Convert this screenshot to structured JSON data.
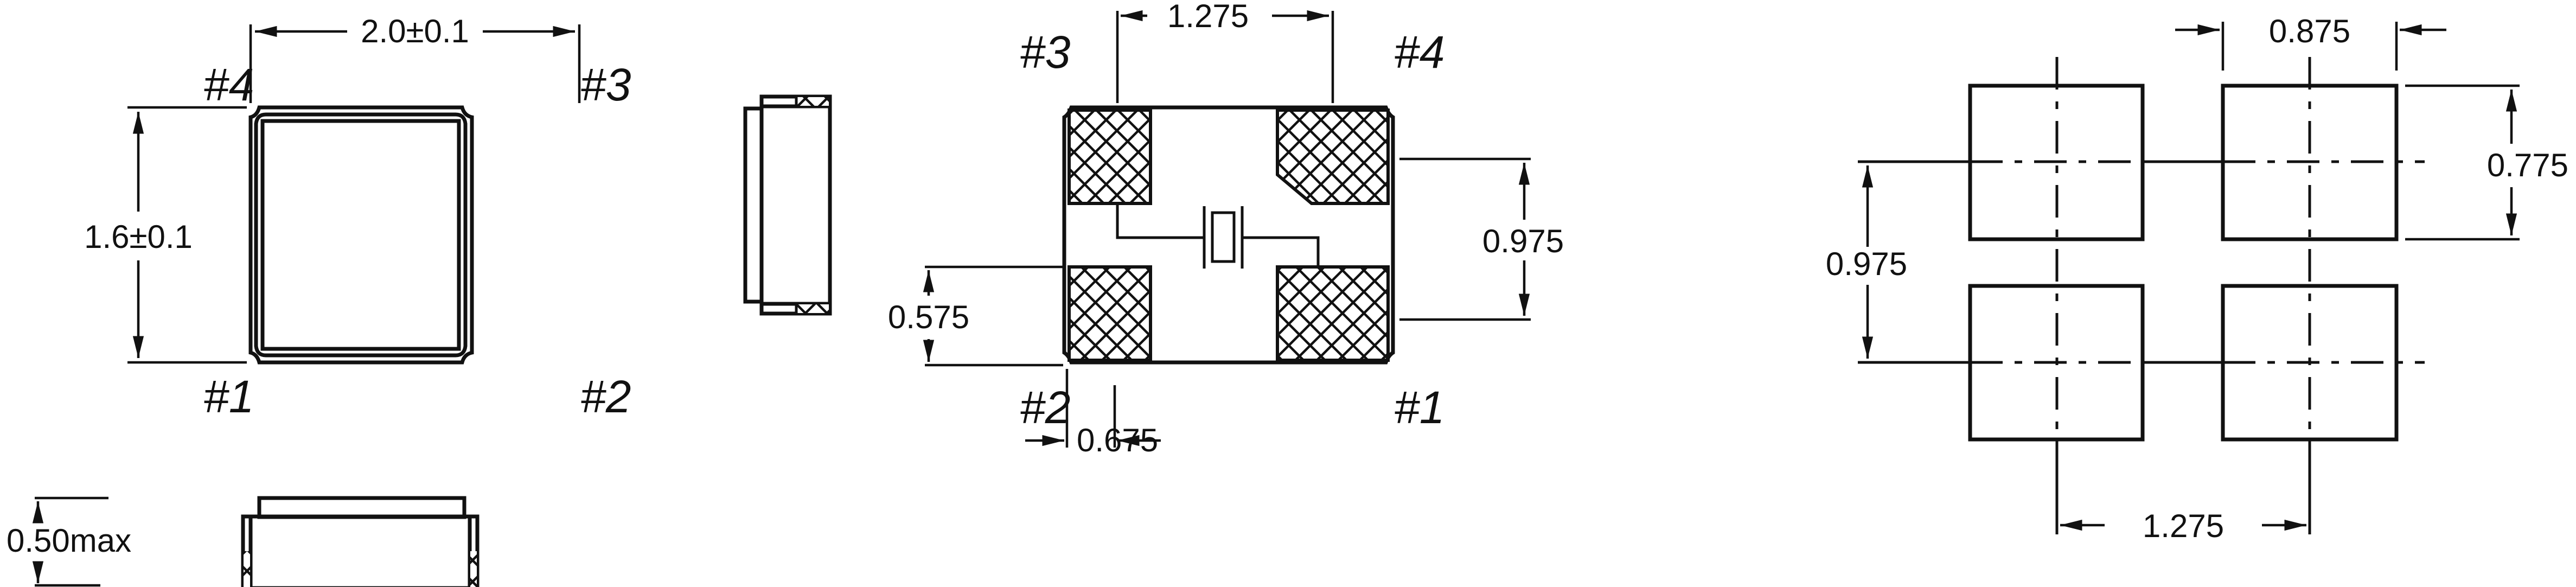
{
  "drawing": {
    "colors": {
      "line": "#111111",
      "background": "#ffffff",
      "pad_hatch": "#111111"
    },
    "top_view": {
      "width_dim": "2.0±0.1",
      "height_dim": "1.6±0.1",
      "pins": {
        "p1": "#1",
        "p2": "#2",
        "p3": "#3",
        "p4": "#4"
      }
    },
    "side_view_right": {},
    "side_view_bottom": {
      "height_dim": "0.50max"
    },
    "bottom_view": {
      "pad_pitch_x": "1.275",
      "pad_pitch_y": "0.975",
      "pad_height": "0.575",
      "pad_width": "0.675",
      "pins": {
        "p1": "#1",
        "p2": "#2",
        "p3": "#3",
        "p4": "#4"
      }
    },
    "land_pattern": {
      "pad_width": "0.875",
      "pad_height": "0.775",
      "pitch_y": "0.975",
      "pitch_x": "1.275"
    }
  }
}
